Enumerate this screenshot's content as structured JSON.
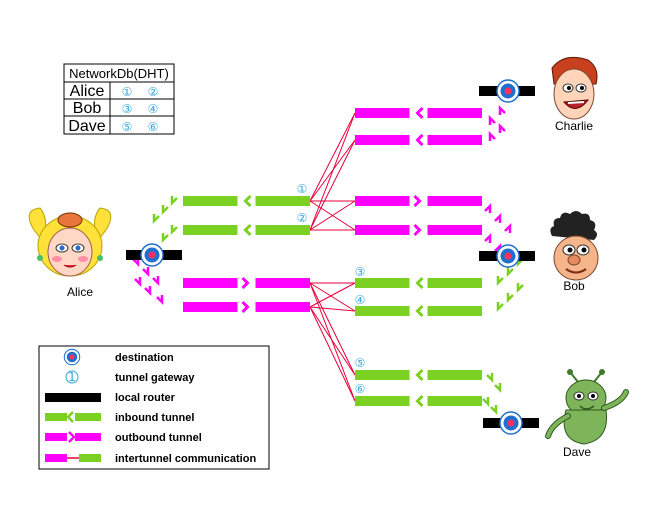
{
  "colors": {
    "inbound": "#7ad121",
    "outbound": "#ff00ff",
    "link": "#e8003a",
    "router": "#000000",
    "gateway": "#33a6dd",
    "dest_outer": "#1e6fd0",
    "dest_inner": "#ff3060"
  },
  "netdb": {
    "title": "NetworkDb(DHT)",
    "rows": [
      {
        "name": "Alice",
        "a": "①",
        "b": "②"
      },
      {
        "name": "Bob",
        "a": "③",
        "b": "④"
      },
      {
        "name": "Dave",
        "a": "⑤",
        "b": "⑥"
      }
    ]
  },
  "people": {
    "alice": "Alice",
    "bob": "Bob",
    "charlie": "Charlie",
    "dave": "Dave"
  },
  "gateways": [
    "①",
    "②",
    "③",
    "④",
    "⑤",
    "⑥"
  ],
  "legend": {
    "destination": "destination",
    "gateway": "tunnel gateway",
    "router": "local router",
    "inbound": "inbound tunnel",
    "outbound": "outbound tunnel",
    "intertunnel": "intertunnel communication"
  }
}
